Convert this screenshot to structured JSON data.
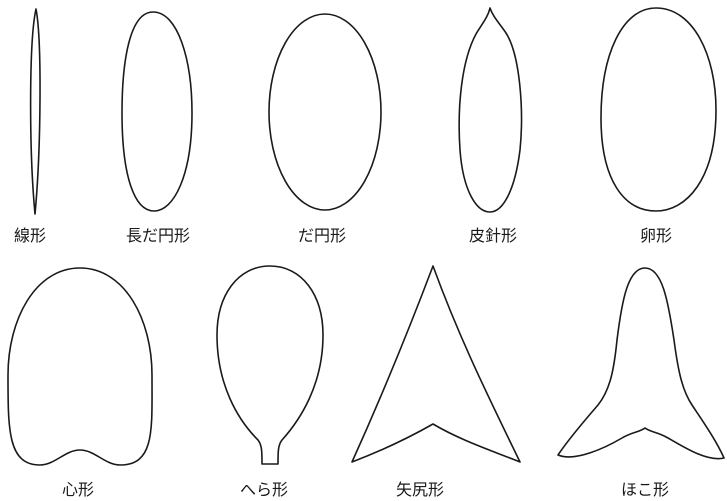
{
  "leaf_shapes": [
    {
      "id": "linear",
      "label": "線形"
    },
    {
      "id": "oblong",
      "label": "長だ円形"
    },
    {
      "id": "elliptic",
      "label": "だ円形"
    },
    {
      "id": "lanceolate",
      "label": "皮針形"
    },
    {
      "id": "ovate",
      "label": "卵形"
    },
    {
      "id": "cordate",
      "label": "心形"
    },
    {
      "id": "spatulate",
      "label": "へら形"
    },
    {
      "id": "sagittate",
      "label": "矢尻形"
    },
    {
      "id": "hastate",
      "label": "ほこ形"
    }
  ],
  "colors": {
    "outline": "#1a1a1a",
    "background": "#ffffff"
  }
}
